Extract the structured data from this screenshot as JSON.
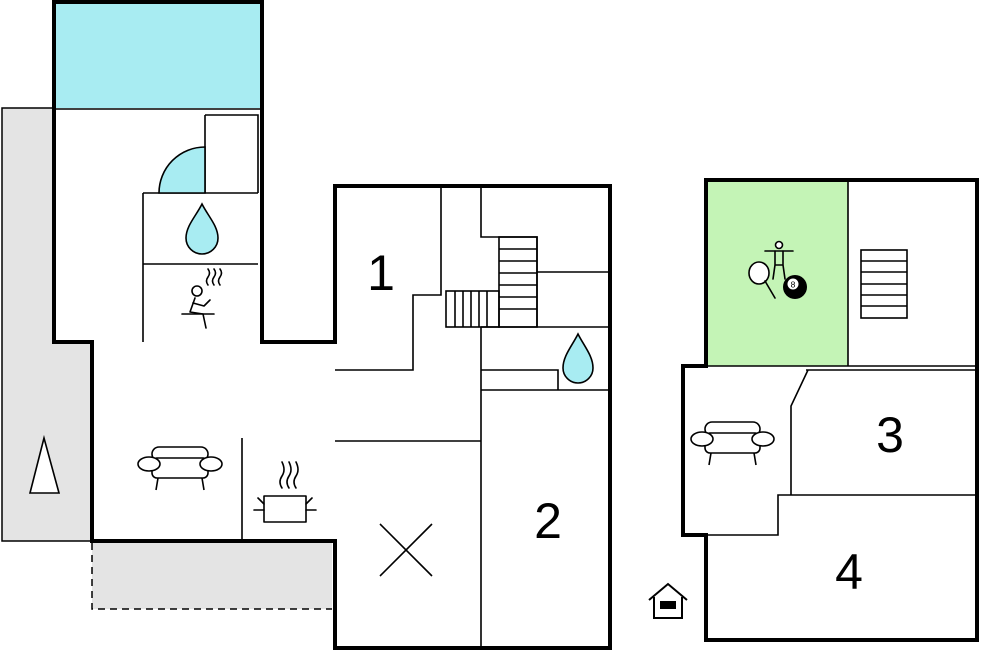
{
  "colors": {
    "pool": "#a8ecf2",
    "terrace": "#e4e4e4",
    "games_room": "#c4f4b6",
    "water": "#a8ecf2",
    "wall": "#000000"
  },
  "rooms": {
    "bedroom_1": "1",
    "bedroom_2": "2",
    "bedroom_3": "3",
    "bedroom_4": "4"
  },
  "icons": [
    "pool",
    "shower-icon",
    "water-drop-icon",
    "sauna-icon",
    "sofa-icon",
    "cooking-pot-icon",
    "dining-table-icon",
    "stairs-icon",
    "table-tennis-icon",
    "billiards-icon",
    "table-football-icon",
    "north-arrow-icon",
    "entrance-house-icon"
  ],
  "billiard_ball": "8"
}
